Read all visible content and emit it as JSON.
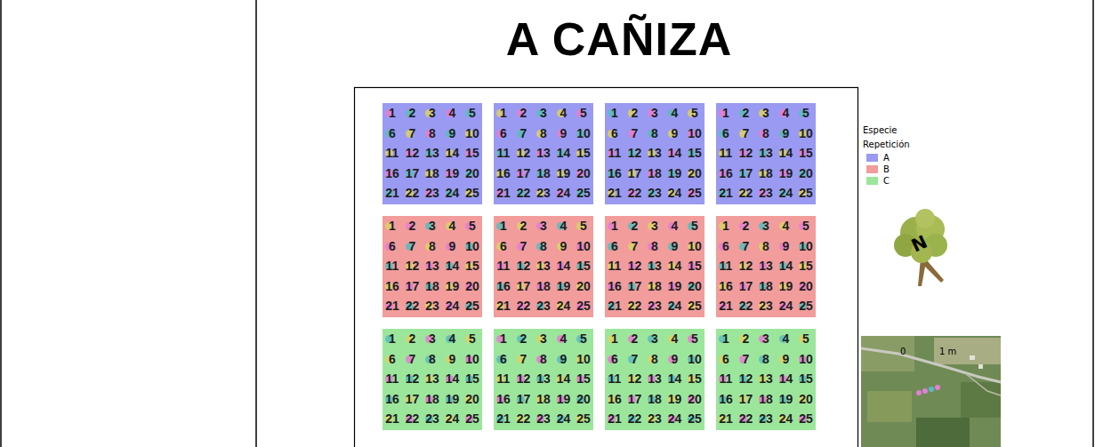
{
  "diagram": {
    "title": "A CAÑIZA",
    "nodes": [
      {
        "text": [
          "1",
          "2",
          "3",
          "4",
          "5",
          "6",
          "7",
          "8",
          "9",
          "10",
          "11",
          "12",
          "13",
          "14",
          "15",
          "16",
          "17",
          "18",
          "19",
          "20",
          "21",
          "22",
          "23",
          "24",
          "25"
        ]
      },
      {
        "text": [
          "1",
          "2",
          "3",
          "4",
          "5",
          "6",
          "7",
          "8",
          "9",
          "10",
          "11",
          "12",
          "13",
          "14",
          "15",
          "16",
          "17",
          "18",
          "19",
          "20",
          "21",
          "22",
          "23",
          "24",
          "25"
        ]
      },
      {
        "text": [
          "1",
          "2",
          "3",
          "4",
          "5",
          "6",
          "7",
          "8",
          "9",
          "10",
          "11",
          "12",
          "13",
          "14",
          "15",
          "16",
          "17",
          "18",
          "19",
          "20",
          "21",
          "22",
          "23",
          "24",
          "25"
        ]
      },
      {
        "text": [
          "1",
          "2",
          "3",
          "4",
          "5",
          "6",
          "7",
          "8",
          "9",
          "10",
          "11",
          "12",
          "13",
          "14",
          "15",
          "16",
          "17",
          "18",
          "19",
          "20",
          "21",
          "22",
          "23",
          "24",
          "25"
        ]
      },
      {
        "text": [
          "1",
          "2",
          "3",
          "4",
          "5",
          "6",
          "7",
          "8",
          "9",
          "10",
          "11",
          "12",
          "13",
          "14",
          "15",
          "16",
          "17",
          "18",
          "19",
          "20",
          "21",
          "22",
          "23",
          "24",
          "25"
        ]
      },
      {
        "text": [
          "1",
          "2",
          "3",
          "4",
          "5",
          "6",
          "7",
          "8",
          "9",
          "10",
          "11",
          "12",
          "13",
          "14",
          "15",
          "16",
          "17",
          "18",
          "19",
          "20",
          "21",
          "22",
          "23",
          "24",
          "25"
        ]
      },
      {
        "text": [
          "1",
          "2",
          "3",
          "4",
          "5",
          "6",
          "7",
          "8",
          "9",
          "10",
          "11",
          "12",
          "13",
          "14",
          "15",
          "16",
          "17",
          "18",
          "19",
          "20",
          "21",
          "22",
          "23",
          "24",
          "25"
        ]
      },
      {
        "text": [
          "1",
          "2",
          "3",
          "4",
          "5",
          "6",
          "7",
          "8",
          "9",
          "10",
          "11",
          "12",
          "13",
          "14",
          "15",
          "16",
          "17",
          "18",
          "19",
          "20",
          "21",
          "22",
          "23",
          "24",
          "25"
        ]
      },
      {
        "text": [
          "1",
          "2",
          "3",
          "4",
          "5",
          "6",
          "7",
          "8",
          "9",
          "10",
          "11",
          "12",
          "13",
          "14",
          "15",
          "16",
          "17",
          "18",
          "19",
          "20",
          "21",
          "22",
          "23",
          "24",
          "25"
        ]
      },
      {
        "text": [
          "1",
          "2",
          "3",
          "4",
          "5",
          "6",
          "7",
          "8",
          "9",
          "10",
          "11",
          "12",
          "13",
          "14",
          "15",
          "16",
          "17",
          "18",
          "19",
          "20",
          "21",
          "22",
          "23",
          "24",
          "25"
        ]
      },
      {
        "text": [
          "1",
          "2",
          "3",
          "4",
          "5",
          "6",
          "7",
          "8",
          "9",
          "10",
          "11",
          "12",
          "13",
          "14",
          "15",
          "16",
          "17",
          "18",
          "19",
          "20",
          "21",
          "22",
          "23",
          "24",
          "25"
        ]
      },
      {
        "text": [
          "1",
          "2",
          "3",
          "4",
          "5",
          "6",
          "7",
          "8",
          "9",
          "10",
          "11",
          "12",
          "13",
          "14",
          "15",
          "16",
          "17",
          "18",
          "19",
          "20",
          "21",
          "22",
          "23",
          "24",
          "25"
        ]
      }
    ],
    "labels": [
      "Especie",
      "Repetición",
      "N",
      "0",
      "1 m"
    ],
    "legend": [
      {
        "text": "A",
        "color": "#9a9af2"
      },
      {
        "text": "B",
        "color": "#f29c9c"
      },
      {
        "text": "C",
        "color": "#9ce69c"
      }
    ]
  }
}
